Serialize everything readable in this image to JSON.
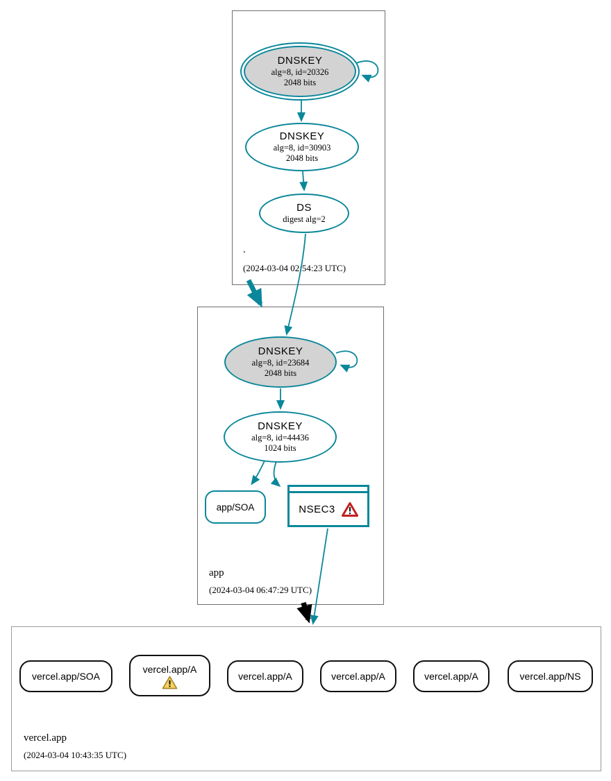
{
  "diagram": {
    "kind": "dnssec-authentication-chain",
    "colors": {
      "secure_edge_teal": "#0a879a",
      "ksk_fill_gray": "#d3d3d3",
      "warning_yellow": "#f2c53c",
      "error_red": "#c32121",
      "insecure_black": "#000000"
    },
    "zones": [
      {
        "name": ".",
        "timestamp": "(2024-03-04 02:54:23 UTC)",
        "ksk": {
          "title": "DNSKEY",
          "algo": "alg=8, id=20326",
          "bits": "2048 bits"
        },
        "zsk": {
          "title": "DNSKEY",
          "algo": "alg=8, id=30903",
          "bits": "2048 bits"
        },
        "ds": {
          "title": "DS",
          "algo": "digest alg=2"
        }
      },
      {
        "name": "app",
        "timestamp": "(2024-03-04 06:47:29 UTC)",
        "ksk": {
          "title": "DNSKEY",
          "algo": "alg=8, id=23684",
          "bits": "2048 bits"
        },
        "zsk": {
          "title": "DNSKEY",
          "algo": "alg=8, id=44436",
          "bits": "1024 bits"
        },
        "soa": {
          "label": "app/SOA"
        },
        "nsec3": {
          "label": "NSEC3",
          "status": "error"
        }
      },
      {
        "name": "vercel.app",
        "timestamp": "(2024-03-04 10:43:35 UTC)",
        "rrsets": [
          {
            "label": "vercel.app/SOA",
            "warning": false
          },
          {
            "label": "vercel.app/A",
            "warning": true
          },
          {
            "label": "vercel.app/A",
            "warning": false
          },
          {
            "label": "vercel.app/A",
            "warning": false
          },
          {
            "label": "vercel.app/A",
            "warning": false
          },
          {
            "label": "vercel.app/NS",
            "warning": false
          }
        ]
      }
    ]
  }
}
